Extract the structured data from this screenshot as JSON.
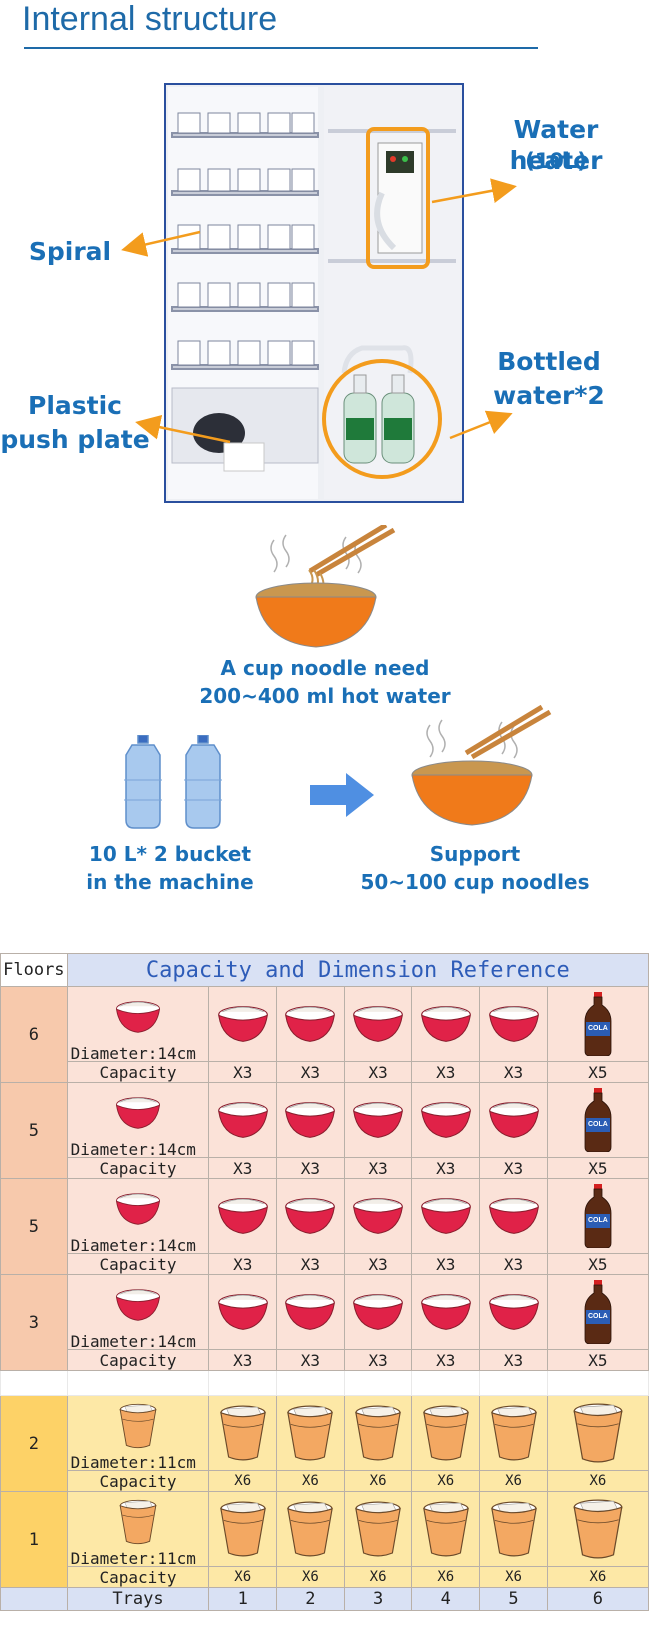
{
  "header": {
    "title": "Internal structure"
  },
  "photo_labels": {
    "water_heater": "Water heater",
    "water_heater_size": "(10L)",
    "spiral": "Spiral",
    "plastic_line1": "Plastic",
    "plastic_line2": "push plate",
    "bottled_line1": "Bottled",
    "bottled_line2": "water*2"
  },
  "info": {
    "noodle_line1": "A cup noodle need",
    "noodle_line2": "200~400 ml hot water",
    "bucket_line1": "10 L* 2 bucket",
    "bucket_line2": "in the machine",
    "support_line1": "Support",
    "support_line2": "50~100 cup noodles"
  },
  "table": {
    "floors_header": "Floors",
    "title": "Capacity and Dimension Reference",
    "capacity_label": "Capacity",
    "trays_label": "Trays",
    "trays": [
      "1",
      "2",
      "3",
      "4",
      "5",
      "6"
    ],
    "rows": [
      {
        "floor": "6",
        "diameter": "Diameter:14cm",
        "caps": [
          "X3",
          "X3",
          "X3",
          "X3",
          "X3",
          "X5"
        ]
      },
      {
        "floor": "5",
        "diameter": "Diameter:14cm",
        "caps": [
          "X3",
          "X3",
          "X3",
          "X3",
          "X3",
          "X5"
        ]
      },
      {
        "floor": "5",
        "diameter": "Diameter:14cm",
        "caps": [
          "X3",
          "X3",
          "X3",
          "X3",
          "X3",
          "X5"
        ]
      },
      {
        "floor": "3",
        "diameter": "Diameter:14cm",
        "caps": [
          "X3",
          "X3",
          "X3",
          "X3",
          "X3",
          "X5"
        ]
      },
      {
        "floor": "2",
        "diameter": "Diameter:11cm",
        "caps": [
          "X6",
          "X6",
          "X6",
          "X6",
          "X6",
          "X6"
        ]
      },
      {
        "floor": "1",
        "diameter": "Diameter:11cm",
        "caps": [
          "X6",
          "X6",
          "X6",
          "X6",
          "X6",
          "X6"
        ]
      }
    ],
    "bottle_text": "COLA"
  },
  "colors": {
    "title_blue": "#1e6aa8",
    "label_blue": "#1a6fb6",
    "arrow_orange": "#f39c1d",
    "noodle_bowl": "#f07a1a",
    "cup_red": "#e02248",
    "cup_orange": "#f3a862"
  }
}
